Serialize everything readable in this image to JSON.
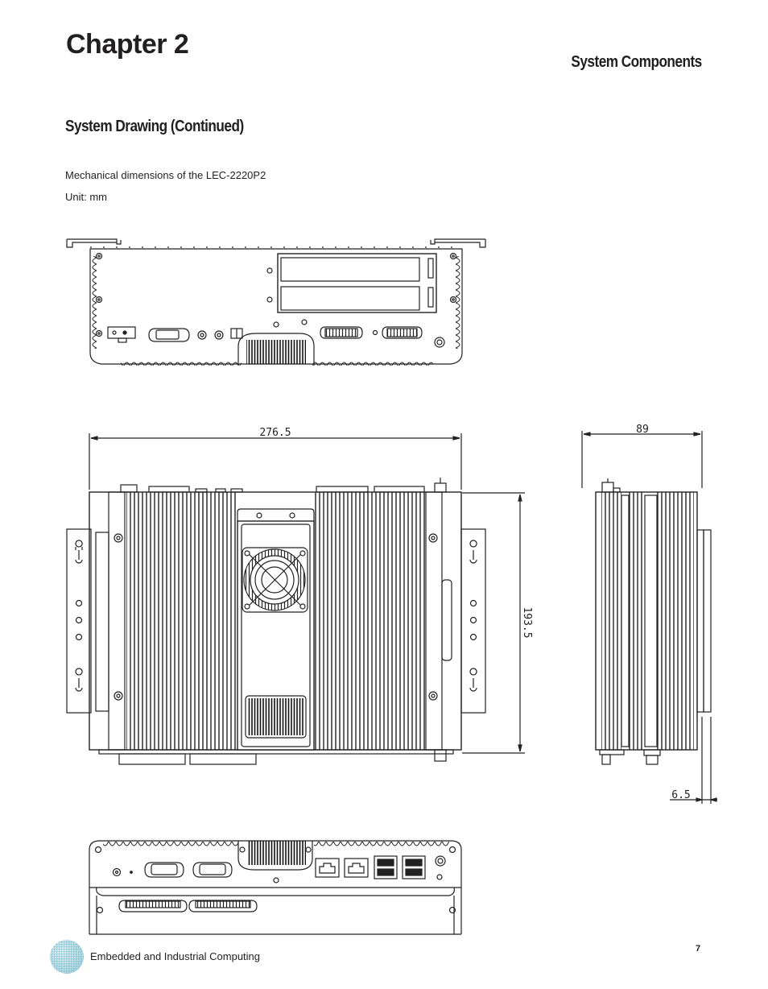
{
  "header": {
    "chapter": "Chapter 2",
    "section": "System Components"
  },
  "content": {
    "heading": "System Drawing (Continued)",
    "description": "Mechanical dimensions of the LEC-2220P2",
    "unit": "Unit: mm"
  },
  "dimensions": {
    "width": "276.5",
    "depth": "193.5",
    "height": "89",
    "offset": "6.5"
  },
  "footer": {
    "company_text": "Embedded and Industrial Computing",
    "page_number": "7"
  }
}
